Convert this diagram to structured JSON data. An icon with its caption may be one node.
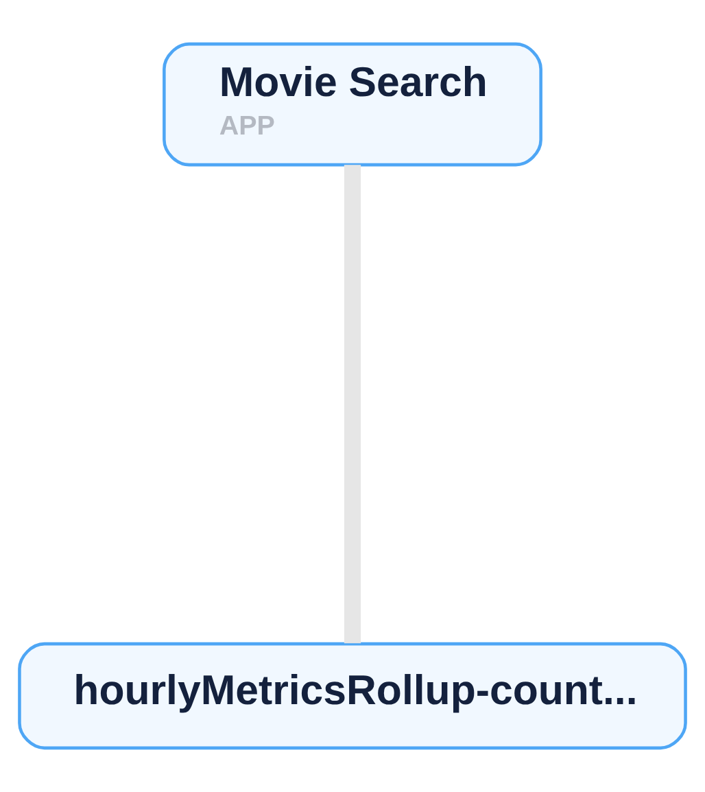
{
  "diagram": {
    "nodes": [
      {
        "text": [
          "Movie Search",
          "APP"
        ]
      },
      {
        "text": [
          "hourlyMetricsRollup-count..."
        ]
      }
    ],
    "edges": [
      {
        "from": 0,
        "to": 1,
        "arrow": "none"
      }
    ]
  }
}
